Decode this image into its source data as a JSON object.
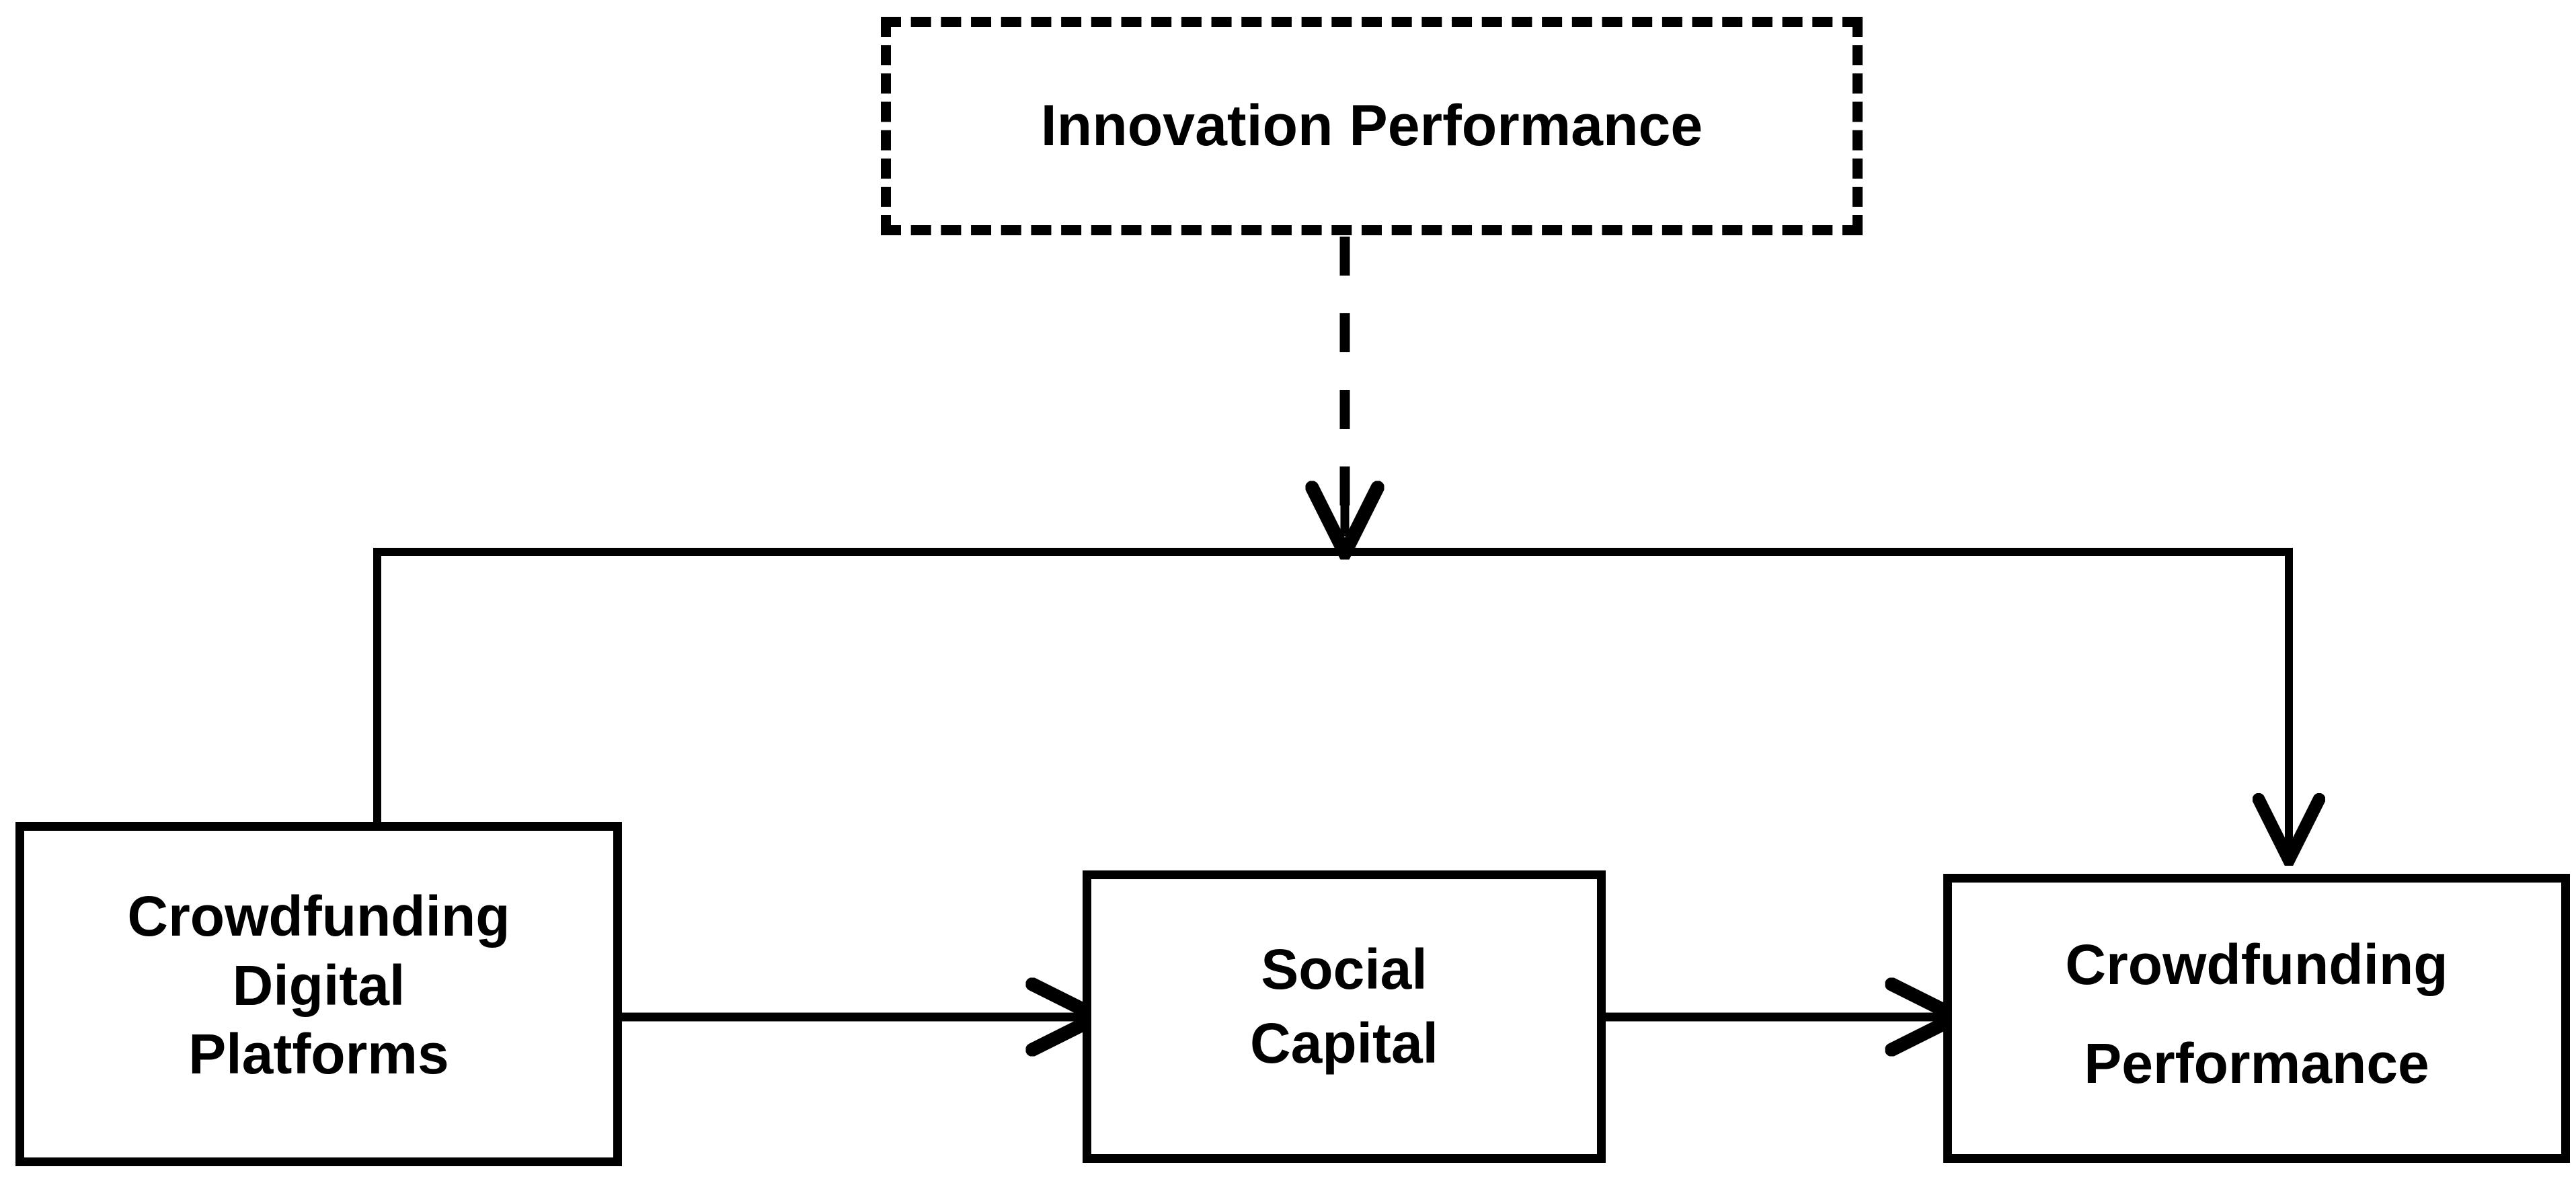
{
  "diagram": {
    "title": "Crowdfunding conceptual model",
    "background_color": "#ffffff",
    "stroke_color": "#000000",
    "nodes": [
      {
        "id": "innovation-performance",
        "label": "Innovation Performance",
        "lines": [
          "Innovation Performance"
        ],
        "border_style": "dashed",
        "role": "moderator"
      },
      {
        "id": "crowdfunding-digital-platforms",
        "label": "Crowdfunding Digital Platforms",
        "lines": [
          "Crowdfunding",
          "Digital",
          "Platforms"
        ],
        "border_style": "solid",
        "role": "independent-variable"
      },
      {
        "id": "social-capital",
        "label": "Social Capital",
        "lines": [
          "Social",
          "Capital"
        ],
        "border_style": "solid",
        "role": "mediator"
      },
      {
        "id": "crowdfunding-performance",
        "label": "Crowdfunding Performance",
        "lines": [
          "Crowdfunding",
          "Performance"
        ],
        "border_style": "solid",
        "role": "dependent-variable"
      }
    ],
    "edges": [
      {
        "id": "platforms-to-social-capital",
        "from": "crowdfunding-digital-platforms",
        "to": "social-capital",
        "style": "solid",
        "arrow": "single",
        "label": ""
      },
      {
        "id": "social-capital-to-performance",
        "from": "social-capital",
        "to": "crowdfunding-performance",
        "style": "solid",
        "arrow": "single",
        "label": ""
      },
      {
        "id": "platforms-to-performance-direct",
        "from": "crowdfunding-digital-platforms",
        "to": "crowdfunding-performance",
        "style": "solid",
        "arrow": "single",
        "routing": "orthogonal-bracket",
        "label": ""
      },
      {
        "id": "innovation-performance-moderation",
        "from": "innovation-performance",
        "to": "platforms-to-performance-direct",
        "style": "dashed",
        "arrow": "single",
        "label": ""
      }
    ]
  }
}
